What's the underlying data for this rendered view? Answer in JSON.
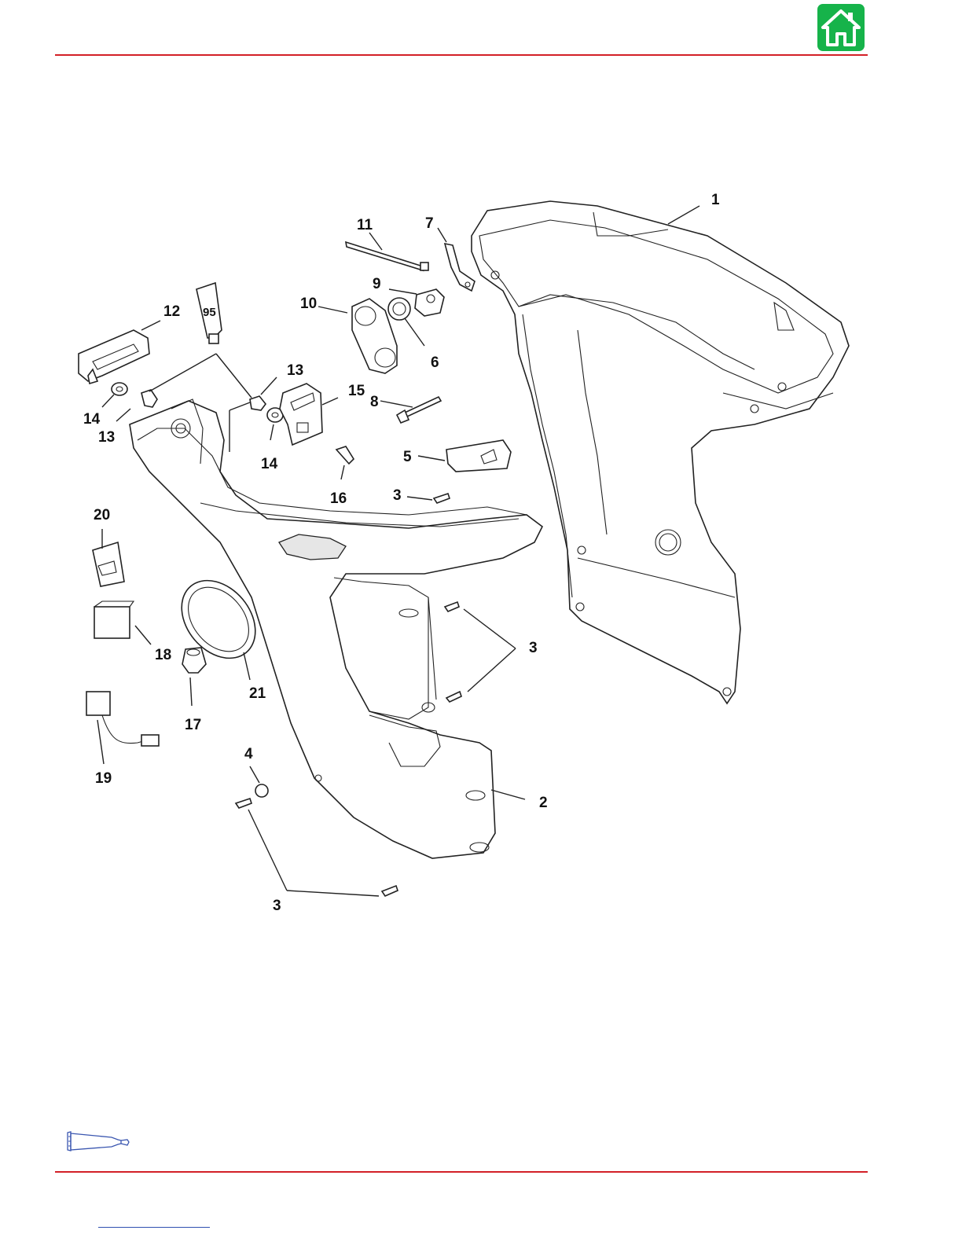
{
  "header": {
    "home_icon": "home-icon",
    "accent_color": "#16b34a",
    "rule_color": "#d32027"
  },
  "diagram": {
    "tube_label": "95",
    "callouts": [
      {
        "id": "c1",
        "text": "1"
      },
      {
        "id": "c2",
        "text": "2"
      },
      {
        "id": "c3a",
        "text": "3"
      },
      {
        "id": "c3b",
        "text": "3"
      },
      {
        "id": "c3c",
        "text": "3"
      },
      {
        "id": "c4",
        "text": "4"
      },
      {
        "id": "c5",
        "text": "5"
      },
      {
        "id": "c6",
        "text": "6"
      },
      {
        "id": "c7",
        "text": "7"
      },
      {
        "id": "c8",
        "text": "8"
      },
      {
        "id": "c9",
        "text": "9"
      },
      {
        "id": "c10",
        "text": "10"
      },
      {
        "id": "c11",
        "text": "11"
      },
      {
        "id": "c12",
        "text": "12"
      },
      {
        "id": "c13a",
        "text": "13"
      },
      {
        "id": "c13b",
        "text": "13"
      },
      {
        "id": "c14a",
        "text": "14"
      },
      {
        "id": "c14b",
        "text": "14"
      },
      {
        "id": "c15",
        "text": "15"
      },
      {
        "id": "c16",
        "text": "16"
      },
      {
        "id": "c17",
        "text": "17"
      },
      {
        "id": "c18",
        "text": "18"
      },
      {
        "id": "c19",
        "text": "19"
      },
      {
        "id": "c20",
        "text": "20"
      },
      {
        "id": "c21",
        "text": "21"
      }
    ]
  },
  "footer": {
    "legend_icon": "lubricant-tube-icon",
    "link_icon": "page-link"
  }
}
